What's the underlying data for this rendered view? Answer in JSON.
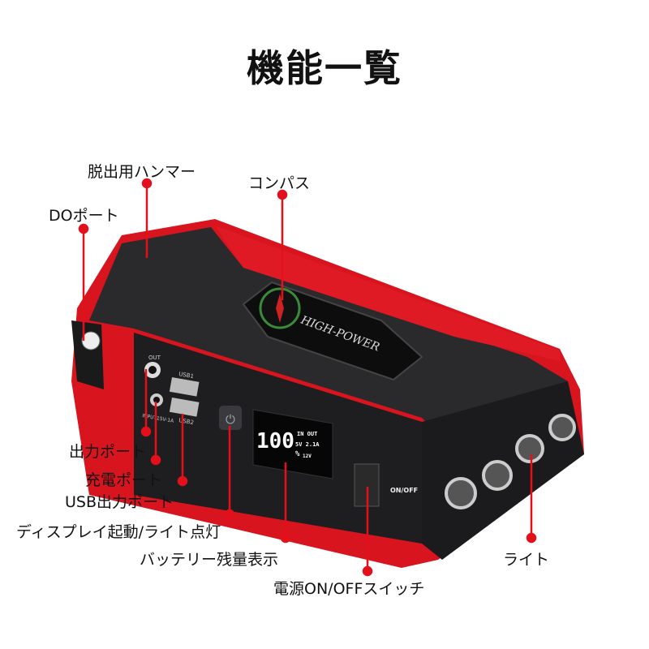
{
  "title": "機能一覧",
  "colors": {
    "accent": "#e3101c",
    "body_red": "#d8141f",
    "body_black": "#1e1e20"
  },
  "labels": {
    "hammer": "脱出用ハンマー",
    "compass": "コンパス",
    "do_port": "DOポート",
    "output_port": "出力ポート",
    "charge_port": "充電ポート",
    "usb_port": "USB出力ポート",
    "display_button": "ディスプレイ起動/ライト点灯",
    "battery": "バッテリー残量表示",
    "power_switch": "電源ON/OFFスイッチ",
    "light": "ライト"
  },
  "device": {
    "brand": "HIGH-POWER",
    "out": "OUT",
    "input": "INPUT15V-1A",
    "usb1": "USB1",
    "usb2": "USB2",
    "display_value": "100",
    "display_unit": "%",
    "display_in_out": "IN OUT",
    "display_5v": "5V 2.1A",
    "display_12v": "12V",
    "switch": "ON/OFF"
  }
}
